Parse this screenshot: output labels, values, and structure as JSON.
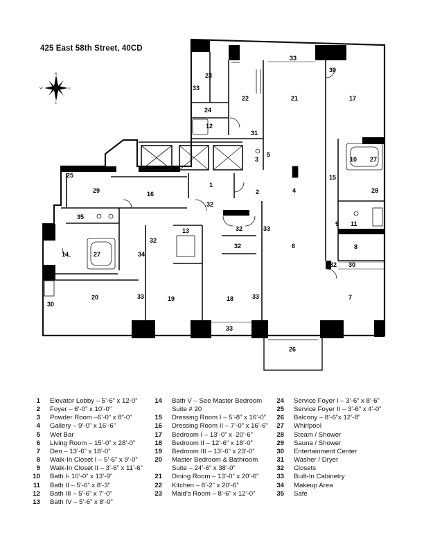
{
  "title": "425 East 58th Street, 40CD",
  "compass": {
    "n": "N",
    "s": "S",
    "e": "E",
    "w": "W"
  },
  "room_labels": {
    "r1": "1",
    "r2": "2",
    "r3": "3",
    "r4": "4",
    "r5": "5",
    "r6": "6",
    "r7": "7",
    "r8": "8",
    "r9": "9",
    "r10": "10",
    "r11": "11",
    "r12": "12",
    "r13": "13",
    "r14": "14",
    "r15": "15",
    "r16": "16",
    "r17": "17",
    "r18": "18",
    "r19": "19",
    "r20": "20",
    "r21": "21",
    "r22": "22",
    "r23": "23",
    "r24": "24",
    "r25": "25",
    "r26": "26",
    "r27": "27",
    "r28": "28",
    "r29": "29",
    "r30": "30",
    "r31": "31",
    "r32": "32",
    "r33": "33",
    "r34": "34",
    "r35": "35"
  },
  "legend": {
    "col1": [
      {
        "num": "1",
        "text": "Elevator Lobby – 5’-6” x 12-0”"
      },
      {
        "num": "2",
        "text": "Foyer – 6’-0” x 10’-0”"
      },
      {
        "num": "3",
        "text": "Powder Room –6’-0” x 8”-0”"
      },
      {
        "num": "4",
        "text": "Gallery – 9’-0” x 16’-6”"
      },
      {
        "num": "5",
        "text": "Wet Bar"
      },
      {
        "num": "6",
        "text": "Living Room – 15’-0” x 28’-0”"
      },
      {
        "num": "7",
        "text": "Den – 13’-6” x 18’-0”"
      },
      {
        "num": "8",
        "text": "Walk-In Closet I – 5’-6” x 9’-0”"
      },
      {
        "num": "9",
        "text": "Walk-In Closet II – 3’-6” x 11’-6”"
      },
      {
        "num": "10",
        "text": "Bath I- 10’-0” x 13’-9”"
      },
      {
        "num": "11",
        "text": "Bath II – 5’-6” x 8’-3”"
      },
      {
        "num": "12",
        "text": "Bath III – 5’-6” x 7’-0”"
      },
      {
        "num": "13",
        "text": "Bath IV – 5’-6” x 8’-0”"
      }
    ],
    "col2": [
      {
        "num": "14",
        "text": "Bath V – See Master Bedroom\nSuite # 20"
      },
      {
        "num": "15",
        "text": "Dressing Room I – 5’-8” x 16’-0”"
      },
      {
        "num": "16",
        "text": "Dressing Room II – 7’-0” x 16’-6”"
      },
      {
        "num": "17",
        "text": "Bedroom I – 13’-0” x  20’-6”"
      },
      {
        "num": "18",
        "text": "Bedroom II – 12’-6” x 18’-0”"
      },
      {
        "num": "19",
        "text": "Bedroom III – 13’-6” x 23’-0”"
      },
      {
        "num": "20",
        "text": "Master Bedroom & Bathroom\nSuite – 24’-6” x 38’-0”"
      },
      {
        "num": "21",
        "text": "Dining Room – 13’-0” x 20’-6”"
      },
      {
        "num": "22",
        "text": "Kitchen – 8’-2” x 20’-6”"
      },
      {
        "num": "23",
        "text": "Maid’s Room – 8’-6” x 12’-0”"
      }
    ],
    "col3": [
      {
        "num": "24",
        "text": "Service Foyer I – 3’-6” x 8’-6”"
      },
      {
        "num": "25",
        "text": "Service Foyer II – 3’-6” x 4’-0”"
      },
      {
        "num": "26",
        "text": "Balcony – 8’-6”x 12’-8”"
      },
      {
        "num": "27",
        "text": "Whirlpool"
      },
      {
        "num": "28",
        "text": "Steam / Shower"
      },
      {
        "num": "29",
        "text": "Sauna / Shower"
      },
      {
        "num": "30",
        "text": "Entertainment Center"
      },
      {
        "num": "31",
        "text": "Washer / Dryer"
      },
      {
        "num": "32",
        "text": "Closets"
      },
      {
        "num": "33",
        "text": "Built-In Cabinetry"
      },
      {
        "num": "34",
        "text": "Makeup Area"
      },
      {
        "num": "35",
        "text": "Safe"
      }
    ]
  }
}
